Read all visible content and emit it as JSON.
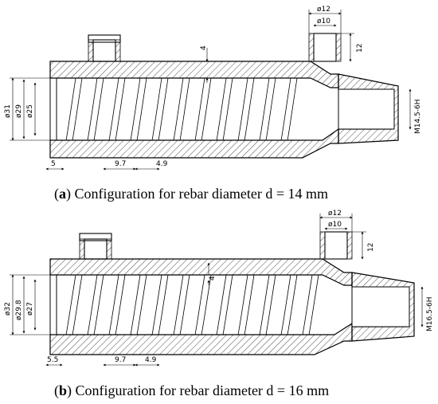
{
  "figure_a": {
    "caption_label": "a",
    "caption_text": "Configuration for rebar diameter d = 14 mm",
    "dims": {
      "od_outer": "ø31",
      "od_middle": "ø29",
      "od_inner": "ø25",
      "wall": "4",
      "left_lip": "5",
      "pitch": "9.7",
      "rib": "4.9",
      "nozzle_outer": "ø12",
      "nozzle_inner": "ø10",
      "nozzle_height": "12",
      "thread": "M14.5-6H"
    }
  },
  "figure_b": {
    "caption_label": "b",
    "caption_text": "Configuration for rebar diameter d = 16 mm",
    "dims": {
      "od_outer": "ø32",
      "od_middle": "ø29.8",
      "od_inner": "ø27",
      "wall": "4",
      "left_lip": "5.5",
      "pitch": "9.7",
      "rib": "4.9",
      "nozzle_outer": "ø12",
      "nozzle_inner": "ø10",
      "nozzle_height": "12",
      "thread": "M16.5-6H"
    }
  }
}
